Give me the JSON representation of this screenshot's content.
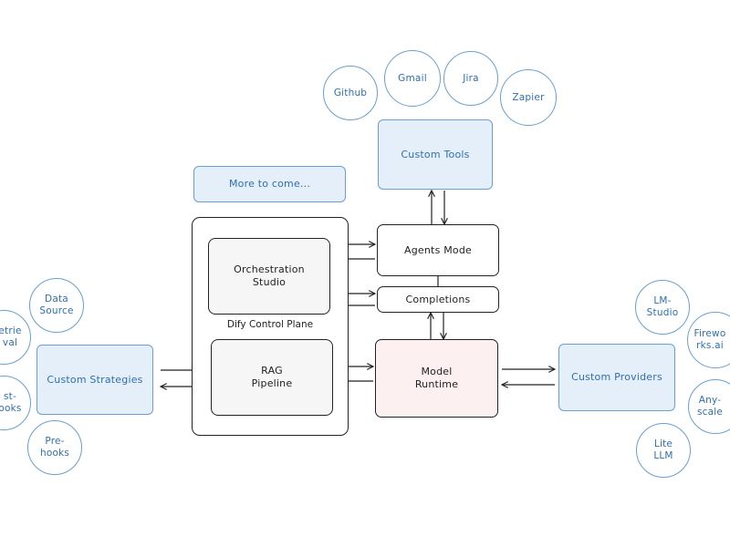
{
  "diagram": {
    "more_to_come": "More to come...",
    "control_plane_label": "Dify Control Plane",
    "orchestration_studio": "Orchestration\nStudio",
    "rag_pipeline": "RAG\nPipeline",
    "agents_mode": "Agents Mode",
    "completions": "Completions",
    "model_runtime": "Model\nRuntime",
    "custom_tools": "Custom Tools",
    "custom_strategies": "Custom Strategies",
    "custom_providers": "Custom Providers",
    "tools": [
      "Github",
      "Gmail",
      "Jira",
      "Zapier"
    ],
    "strategies": [
      "Data\nSource",
      "etrie\nval",
      "st-\nooks",
      "Pre-\nhooks"
    ],
    "providers": [
      "LM-\nStudio",
      "Firewo\nrks.ai",
      "Any-\nscale",
      "Lite\nLLM"
    ]
  },
  "colors": {
    "blue_stroke": "#6a9fd2",
    "blue_fill": "#e4eff9",
    "blue_text": "#2f6fb3",
    "ink": "#222222",
    "runtime_fill": "#fdf0f0"
  }
}
